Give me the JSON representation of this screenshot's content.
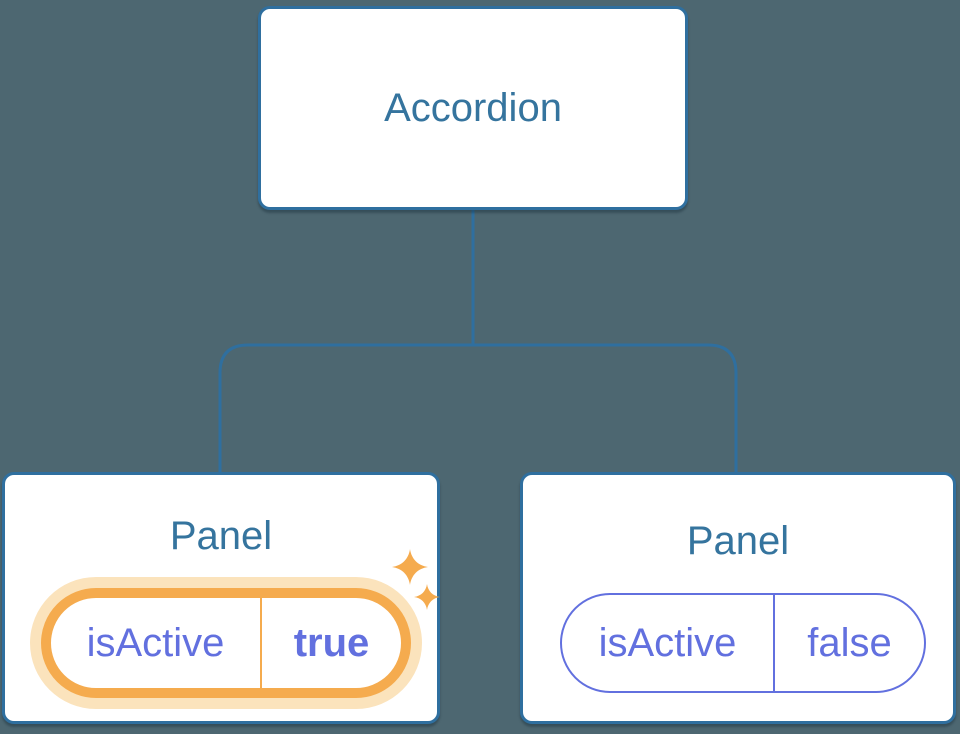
{
  "tree": {
    "root": {
      "label": "Accordion"
    },
    "panels": [
      {
        "title": "Panel",
        "active": true,
        "state": {
          "key": "isActive",
          "value": "true"
        }
      },
      {
        "title": "Panel",
        "active": false,
        "state": {
          "key": "isActive",
          "value": "false"
        }
      }
    ]
  },
  "icons": {
    "sparkles": "sparkles-icon"
  },
  "colors": {
    "background": "#4D6771",
    "connector_line": "#2F6F9F",
    "node_border": "#2F6F9F",
    "node_background": "#FFFFFF",
    "node_text": "#35749E",
    "state_text": "#6270DF",
    "active_ring": "#F5AB4E",
    "active_halo": "#FBE3BC",
    "sparkle": "#F5AB4E"
  }
}
